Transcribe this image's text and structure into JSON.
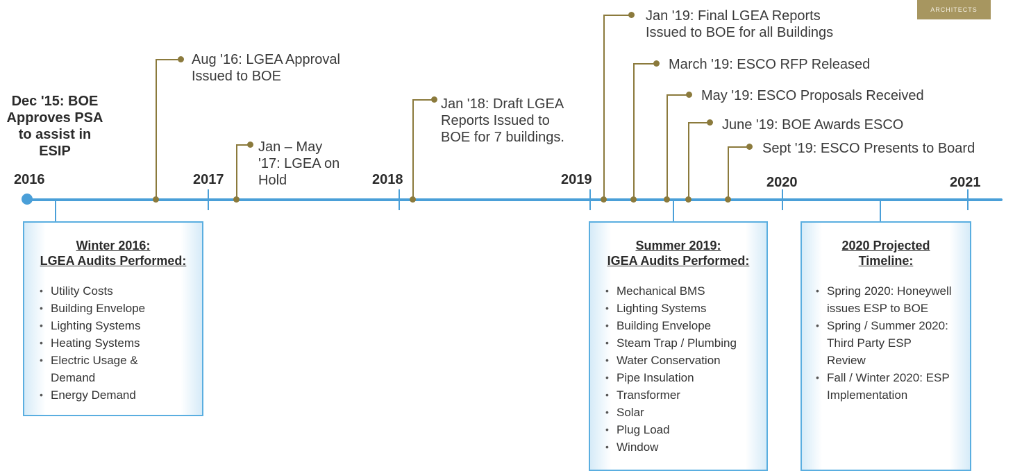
{
  "brand_badge": "ARCHITECTS",
  "intro_text": "Dec '15: BOE Approves PSA to assist in ESIP",
  "years": [
    "2016",
    "2017",
    "2018",
    "2019",
    "2020",
    "2021"
  ],
  "milestones": [
    {
      "label_lines": [
        "Aug '16: LGEA Approval",
        "Issued to BOE"
      ]
    },
    {
      "label_lines": [
        "Jan – May",
        "'17: LGEA on",
        "Hold"
      ]
    },
    {
      "label_lines": [
        "Jan '18: Draft LGEA",
        "Reports Issued to",
        "BOE for 7 buildings."
      ]
    },
    {
      "label_lines": [
        "Jan '19: Final LGEA Reports",
        "Issued to BOE for all Buildings"
      ]
    },
    {
      "label_lines": [
        "March '19: ESCO RFP Released"
      ]
    },
    {
      "label_lines": [
        "May '19: ESCO Proposals Received"
      ]
    },
    {
      "label_lines": [
        "June '19: BOE Awards ESCO"
      ]
    },
    {
      "label_lines": [
        "Sept '19: ESCO Presents to Board"
      ]
    }
  ],
  "boxes": [
    {
      "title_lines": [
        "Winter 2016:",
        "LGEA Audits Performed:"
      ],
      "items": [
        "Utility Costs",
        "Building Envelope",
        "Lighting Systems",
        "Heating Systems",
        "Electric Usage & Demand",
        "Energy Demand"
      ]
    },
    {
      "title_lines": [
        "Summer 2019:",
        "IGEA Audits Performed:"
      ],
      "items": [
        "Mechanical BMS",
        "Lighting Systems",
        "Building Envelope",
        "Steam Trap / Plumbing",
        "Water Conservation",
        "Pipe Insulation",
        "Transformer",
        "Solar",
        "Plug Load",
        "Window"
      ]
    },
    {
      "title_lines": [
        "2020 Projected",
        "Timeline:"
      ],
      "items": [
        "Spring 2020: Honeywell issues ESP to BOE",
        "Spring / Summer 2020: Third Party ESP Review",
        "Fall / Winter 2020: ESP Implementation"
      ]
    }
  ],
  "colors": {
    "axis": "#4a9fd8",
    "milestone_line": "#8b7a3c",
    "badge": "#a79660"
  }
}
